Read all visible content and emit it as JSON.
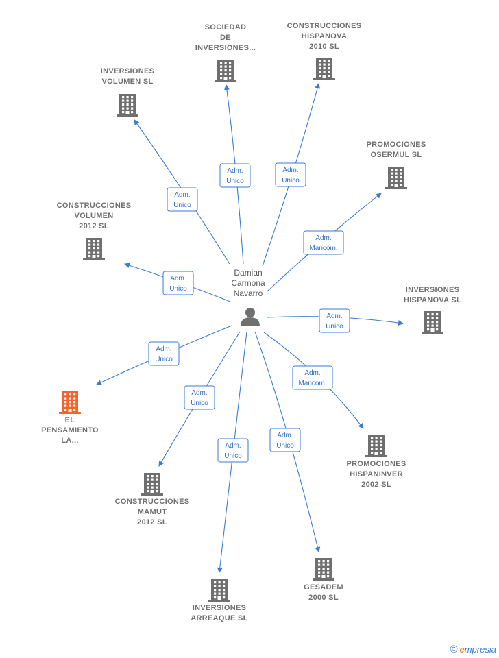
{
  "center": {
    "name_lines": [
      "Damian",
      "Carmona",
      "Navarro"
    ],
    "icon": "person-icon"
  },
  "colors": {
    "edge": "#3a7bd5",
    "building": "#6f6f6f",
    "building_highlight": "#f26531"
  },
  "nodes": [
    {
      "id": "sociedad-de-inversiones",
      "label_lines": [
        "SOCIEDAD",
        "DE",
        "INVERSIONES..."
      ],
      "highlight": false,
      "edge_label": [
        "Adm.",
        "Unico"
      ]
    },
    {
      "id": "construcciones-hispanova-2010",
      "label_lines": [
        "CONSTRUCCIONES",
        "HISPANOVA",
        "2010 SL"
      ],
      "highlight": false,
      "edge_label": [
        "Adm.",
        "Unico"
      ]
    },
    {
      "id": "inversiones-volumen",
      "label_lines": [
        "INVERSIONES",
        "VOLUMEN SL"
      ],
      "highlight": false,
      "edge_label": [
        "Adm.",
        "Unico"
      ]
    },
    {
      "id": "promociones-osermul",
      "label_lines": [
        "PROMOCIONES",
        "OSERMUL SL"
      ],
      "highlight": false,
      "edge_label": [
        "Adm.",
        "Mancom."
      ]
    },
    {
      "id": "construcciones-volumen-2012",
      "label_lines": [
        "CONSTRUCCIONES",
        "VOLUMEN",
        "2012 SL"
      ],
      "highlight": false,
      "edge_label": [
        "Adm.",
        "Unico"
      ]
    },
    {
      "id": "inversiones-hispanova",
      "label_lines": [
        "INVERSIONES",
        "HISPANOVA SL"
      ],
      "highlight": false,
      "edge_label": [
        "Adm.",
        "Unico"
      ]
    },
    {
      "id": "el-pensamiento",
      "label_lines": [
        "EL",
        "PENSAMIENTO",
        "LA..."
      ],
      "highlight": true,
      "edge_label": [
        "Adm.",
        "Unico"
      ]
    },
    {
      "id": "promociones-hispaninver-2002",
      "label_lines": [
        "PROMOCIONES",
        "HISPANINVER",
        "2002 SL"
      ],
      "highlight": false,
      "edge_label": [
        "Adm.",
        "Mancom."
      ]
    },
    {
      "id": "construcciones-mamut-2012",
      "label_lines": [
        "CONSTRUCCIONES",
        "MAMUT",
        "2012 SL"
      ],
      "highlight": false,
      "edge_label": [
        "Adm.",
        "Unico"
      ]
    },
    {
      "id": "inversiones-arreaque",
      "label_lines": [
        "INVERSIONES",
        "ARREAQUE  SL"
      ],
      "highlight": false,
      "edge_label": [
        "Adm.",
        "Unico"
      ]
    },
    {
      "id": "gesadem-2000",
      "label_lines": [
        "GESADEM",
        "2000 SL"
      ],
      "highlight": false,
      "edge_label": [
        "Adm.",
        "Unico"
      ]
    }
  ],
  "footer": {
    "copyright_symbol": "©",
    "brand_first": "e",
    "brand_rest": "mpresia"
  }
}
